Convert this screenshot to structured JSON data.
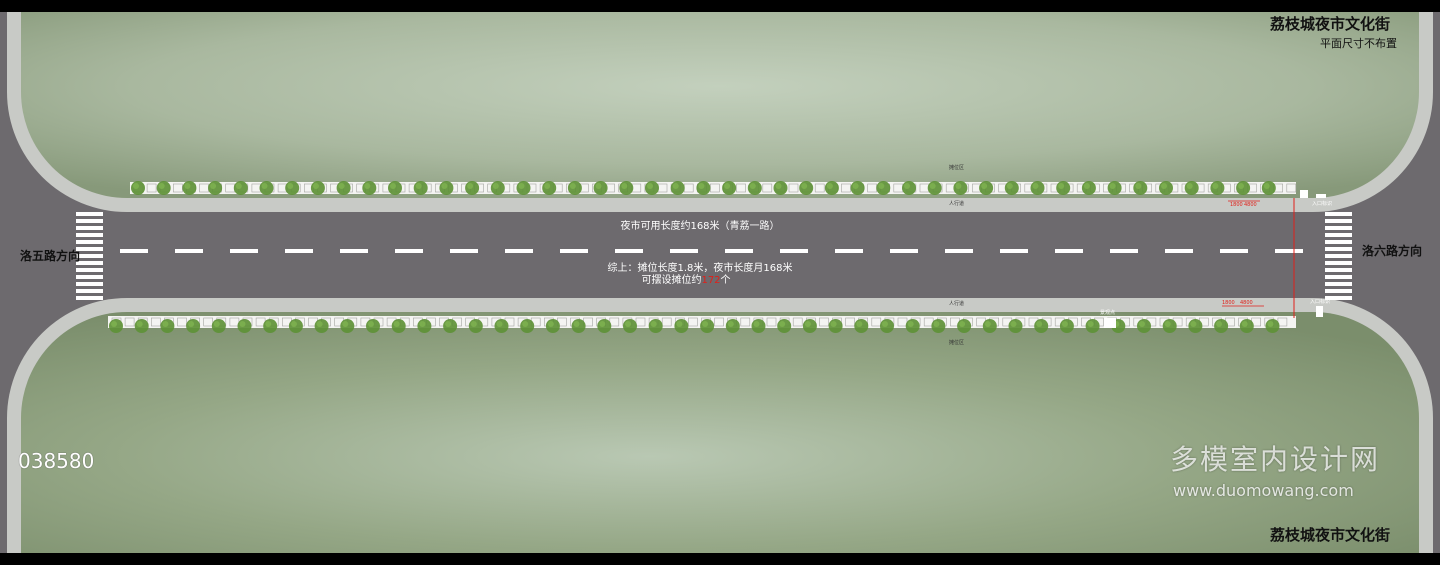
{
  "header": {
    "title_top": "荔枝城夜市文化街",
    "subtitle_top": "平面尺寸不布置",
    "title_bottom": "荔枝城夜市文化街"
  },
  "directions": {
    "left": "洛五路方向",
    "right": "洛六路方向"
  },
  "road": {
    "length_label": "夜市可用长度约168米（青荔一路）",
    "summary_line1": "综上：摊位长度1.8米，夜市长度月168米",
    "summary_line2_prefix": "可摆设摊位约",
    "summary_line2_count": "172",
    "summary_line2_suffix": "个"
  },
  "annotations": {
    "top_stall": "摊位区",
    "top_walk": "人行道",
    "bottom_walk": "人行道",
    "bottom_stall": "摊位区",
    "end_top": "入口标识",
    "end_bottom": "入口标识",
    "dim_a": "1800",
    "dim_b": "4800",
    "bottom_mid": "景观点"
  },
  "watermark": {
    "code": "038580",
    "site_cn": "多模室内设计网",
    "site_url": "www.duomowang.com"
  },
  "colors": {
    "road": "#6d6a6e",
    "sidewalk": "#c8cac6",
    "green_light": "#c5d2bf",
    "green_dark": "#7f9271",
    "tree": "#5e9137",
    "dimension": "#e0201a"
  }
}
